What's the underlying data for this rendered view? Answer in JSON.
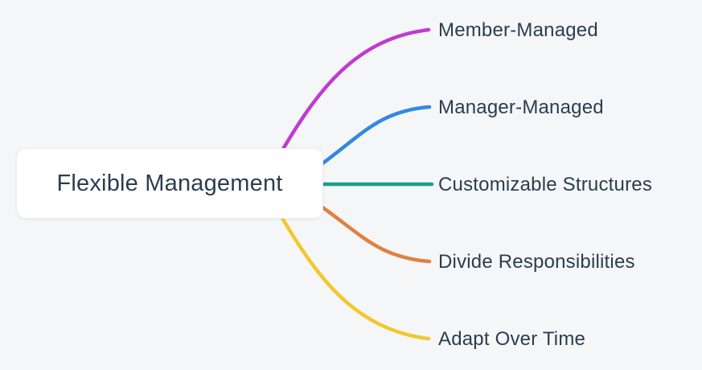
{
  "background_color": "#f5f6f7",
  "text_color": "#2b3d4f",
  "center": {
    "label": "Flexible Management"
  },
  "branches": [
    {
      "label": "Member-Managed",
      "color": "#c13ad1"
    },
    {
      "label": "Manager-Managed",
      "color": "#3388e0"
    },
    {
      "label": "Customizable Structures",
      "color": "#18a08b"
    },
    {
      "label": "Divide Responsibilities",
      "color": "#e0813f"
    },
    {
      "label": "Adapt Over Time",
      "color": "#f2c72e"
    }
  ]
}
